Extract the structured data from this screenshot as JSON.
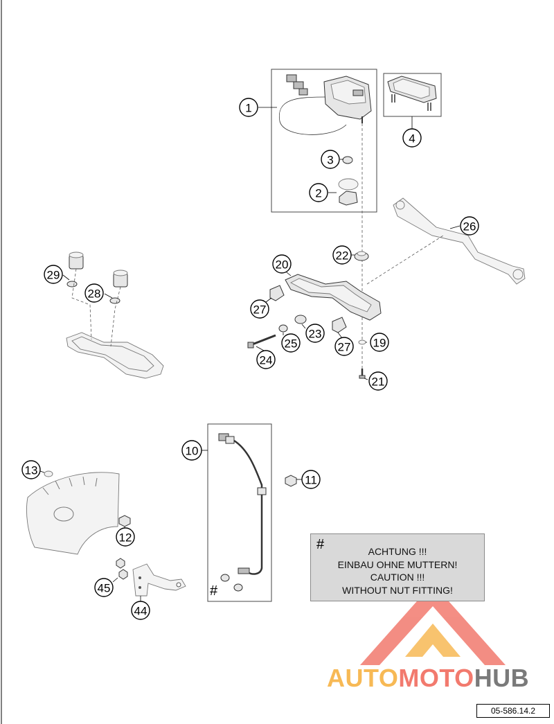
{
  "callouts": [
    {
      "id": "c1",
      "label": "1"
    },
    {
      "id": "c2",
      "label": "2"
    },
    {
      "id": "c3",
      "label": "3"
    },
    {
      "id": "c4",
      "label": "4"
    },
    {
      "id": "c10",
      "label": "10"
    },
    {
      "id": "c11",
      "label": "11"
    },
    {
      "id": "c12",
      "label": "12"
    },
    {
      "id": "c13",
      "label": "13"
    },
    {
      "id": "c19",
      "label": "19"
    },
    {
      "id": "c20",
      "label": "20"
    },
    {
      "id": "c21",
      "label": "21"
    },
    {
      "id": "c22",
      "label": "22"
    },
    {
      "id": "c23",
      "label": "23"
    },
    {
      "id": "c24",
      "label": "24"
    },
    {
      "id": "c25",
      "label": "25"
    },
    {
      "id": "c26",
      "label": "26"
    },
    {
      "id": "c27a",
      "label": "27"
    },
    {
      "id": "c27b",
      "label": "27"
    },
    {
      "id": "c28",
      "label": "28"
    },
    {
      "id": "c29",
      "label": "29"
    },
    {
      "id": "c44",
      "label": "44"
    },
    {
      "id": "c45",
      "label": "45"
    }
  ],
  "note": {
    "symbol": "#",
    "lines": [
      "ACHTUNG !!!",
      "EINBAU OHNE MUTTERN!",
      "CAUTION !!!",
      "WITHOUT NUT FITTING!"
    ]
  },
  "sensor_mark": "#",
  "watermark": {
    "part1": "AUTO",
    "part2": "MOTO",
    "part3": "HUB",
    "color_light": "#f7b955",
    "color_mid": "#f27a6e",
    "color_dark": "#7a7a7a"
  },
  "doc_number": "05-586.14.2"
}
